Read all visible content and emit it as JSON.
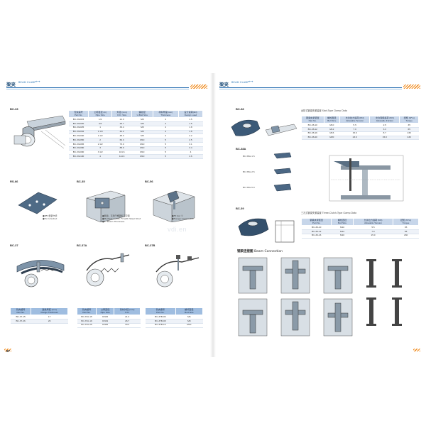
{
  "header": {
    "title_cn": "梁夹",
    "title_en": "BEAM CLAMP",
    "arrow": "→→"
  },
  "left": {
    "bc33": {
      "label": "BC-33",
      "headers": [
        "管夹编号\nPart No.",
        "公称直径 (in)\nPipe Size",
        "外径 (mm)\nO.D. Size",
        "螺纹径\nU-Bolt Size",
        "材料厚度(mm)\nThickness",
        "设计载荷(kN)\nDesign Load"
      ],
      "rows": [
        [
          "BC-33x015",
          "1/2",
          "21.3",
          "M8",
          "4",
          "1.5"
        ],
        [
          "BC-33x020",
          "3/4",
          "26.7",
          "M8",
          "4",
          "1.5"
        ],
        [
          "BC-33x025",
          "1",
          "33.4",
          "M8",
          "4",
          "1.8"
        ],
        [
          "BC-33x032",
          "1 1/4",
          "42.2",
          "M8",
          "4",
          "1.8"
        ],
        [
          "BC-33x040",
          "1 1/2",
          "48.3",
          "M8",
          "4",
          "2.2"
        ],
        [
          "BC-33x050",
          "2",
          "60.3",
          "M10",
          "5",
          "2.5"
        ],
        [
          "BC-33x065",
          "2 1/2",
          "73.0",
          "M10",
          "5",
          "3.1"
        ],
        [
          "BC-33x080",
          "3",
          "88.9",
          "M10",
          "5",
          "3.4"
        ],
        [
          "BC-33x090",
          "3 1/2",
          "101.6",
          "M10",
          "5",
          "4"
        ],
        [
          "BC-33x100",
          "4",
          "114.3",
          "M10",
          "5",
          "4.6"
        ]
      ]
    },
    "rs66": {
      "label": "RS-66",
      "notes": [
        "●BFC型钢卡紧",
        "●For Unistrut"
      ]
    },
    "bc35": {
      "label": "BC-35",
      "notes": [
        "●两用，可用于槽钢和工字钢",
        "●Multiple install, Fit with Steel Strut",
        "●1\" Beam Thickness"
      ]
    },
    "bc56": {
      "label": "BC-56",
      "notes": [
        "●Fit bar ①",
        "●Flange Load 0.9kN"
      ]
    },
    "bc37": {
      "label": "BC-37",
      "headers": [
        "管夹编号\nPart No.",
        "翼缘厚度 (mm)\nFlange Thickness"
      ],
      "rows": [
        [
          "BC-37-15",
          "17"
        ],
        [
          "BC-37-26",
          "26"
        ]
      ]
    },
    "bc37a": {
      "label": "BC-37A",
      "headers": [
        "管夹编号\nPart No.",
        "公称直径\nPipe Size",
        "管材外径 (mm)\nO.D."
      ],
      "rows": [
        [
          "BC-37A-15",
          "DN15",
          "21.3"
        ],
        [
          "BC-37A-19",
          "DN19",
          "26.7"
        ],
        [
          "BC-37A-25",
          "DN25",
          "33.4"
        ]
      ]
    },
    "bc37b": {
      "label": "BC-37B",
      "headers": [
        "管夹编号\nPart No.",
        "螺杆直径\nRod Size"
      ],
      "rows": [
        [
          "BC-37B-06",
          "M6"
        ],
        [
          "BC-37B-08",
          "M8"
        ],
        [
          "BC-37B-10",
          "M10"
        ]
      ]
    },
    "page_number": "87"
  },
  "right": {
    "bc38": {
      "label": "BC-38",
      "caption": "台阶式钢梁夹紧装置  Stair-Type Clamp Data",
      "headers": [
        "钢梁夹紧装置\nPart No.",
        "螺栓直径\nBolt Size",
        "允许拉力载荷 (KN)\nAllowable Tension",
        "允许滑移载荷 (KN)\nAllowable Friction",
        "扭矩 (N*m)\nTorque"
      ],
      "rows": [
        [
          "BC-38-10",
          "M10",
          "5.5",
          "2.5",
          "35"
        ],
        [
          "BC-38-12",
          "M12",
          "7.0",
          "3.3",
          "65"
        ],
        [
          "BC-38-16",
          "M16",
          "15.0",
          "8.7",
          "230"
        ],
        [
          "BC-38-20",
          "M20",
          "23.0",
          "15.0",
          "430"
        ]
      ]
    },
    "bc38a": {
      "label": "BC-38A",
      "variants": [
        "BC-38A-1.5",
        "BC-38A-2.5",
        "BC-38A-5.0"
      ]
    },
    "bc39": {
      "label": "BC-39",
      "caption": "三孔式钢梁夹紧装置  Three-Clutch-Type Clamp Data",
      "headers": [
        "钢梁夹紧装置\nPart No.",
        "螺栓直径\nBolt Size",
        "允许拉力载荷 (KN)\nAllowable Tension",
        "扭矩 (N*m)\nTorque"
      ],
      "rows": [
        [
          "BC-39-10",
          "M10",
          "5.5",
          "35"
        ],
        [
          "BC-39-12",
          "M12",
          "7.0",
          "65"
        ],
        [
          "BC-39-16",
          "M16",
          "15.0",
          "230"
        ]
      ]
    },
    "beam_connection": {
      "cn": "钢梁连接图",
      "en": "Beam Connection"
    }
  },
  "watermark": "vdi.en",
  "colors": {
    "accent_blue": "#2a6fb2",
    "accent_orange": "#f08a1c",
    "table_header": "#c7d6ea"
  }
}
